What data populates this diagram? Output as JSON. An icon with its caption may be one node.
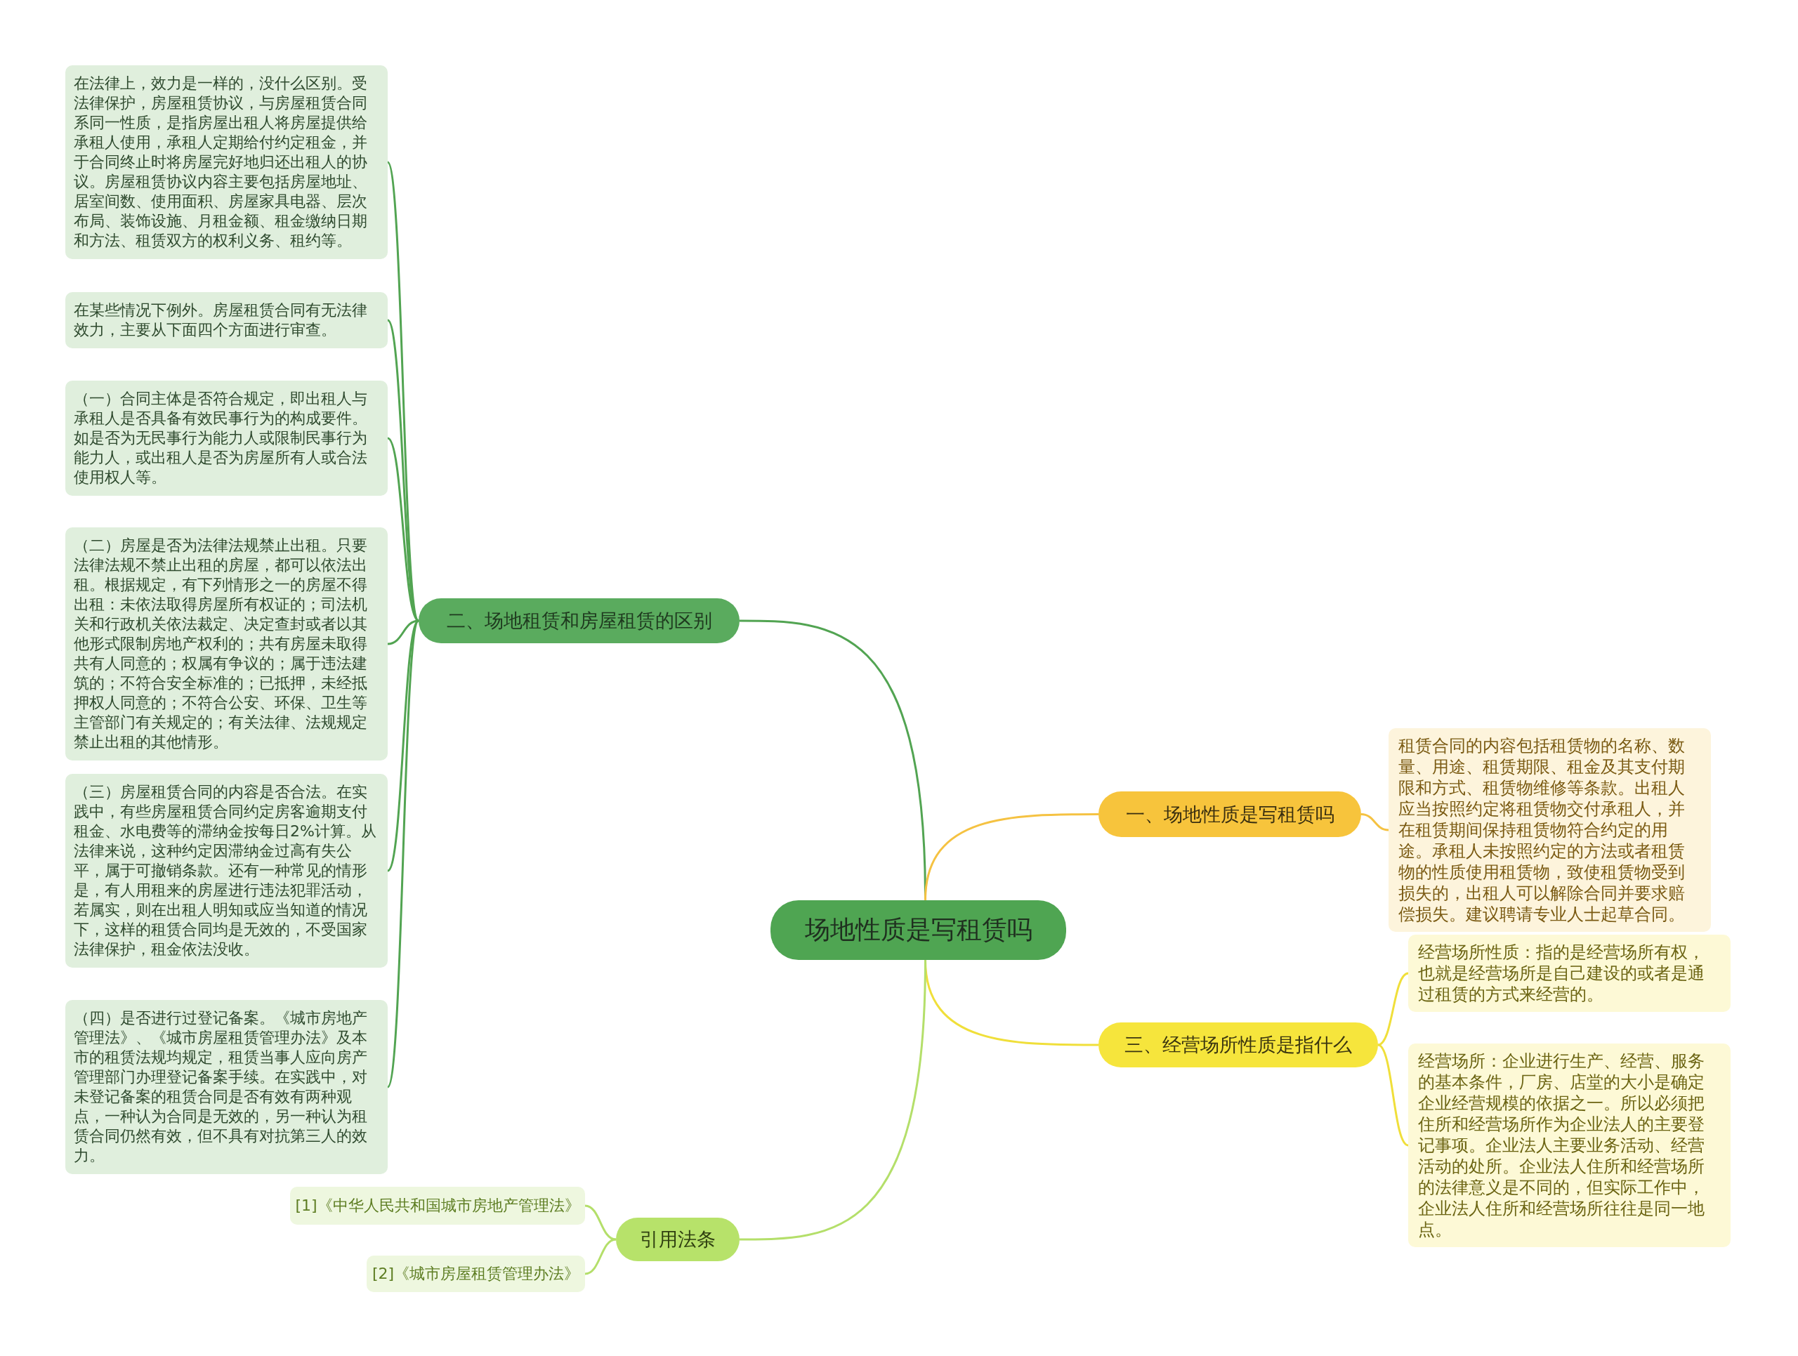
{
  "diagram": {
    "nodes": [
      {
        "text": [
          "场地性质是写租赁吗"
        ]
      },
      {
        "text": [
          "二、场地租赁和房屋租赁的区别"
        ]
      },
      {
        "text": [
          "在法律上，效力是一样的，没什么区别。受法律保护，房屋租赁协议，与房屋租赁合同系同一性质，是指房屋出租人将房屋提供给承租人使用，承租人定期给付约定租金，并于合同终止时将房屋完好地归还出租人的协议。房屋租赁协议内容主要包括房屋地址、居室间数、使用面积、房屋家具电器、层次布局、装饰设施、月租金额、租金缴纳日期和方法、租赁双方的权利义务、租约等。"
        ]
      },
      {
        "text": [
          "在某些情况下例外。房屋租赁合同有无法律效力，主要从下面四个方面进行审查。"
        ]
      },
      {
        "text": [
          "（一）合同主体是否符合规定，即出租人与承租人是否具备有效民事行为的构成要件。如是否为无民事行为能力人或限制民事行为能力人，或出租人是否为房屋所有人或合法使用权人等。"
        ]
      },
      {
        "text": [
          "（二）房屋是否为法律法规禁止出租。只要法律法规不禁止出租的房屋，都可以依法出租。根据规定，有下列情形之一的房屋不得出租：未依法取得房屋所有权证的；司法机关和行政机关依法裁定、决定查封或者以其他形式限制房地产权利的；共有房屋未取得共有人同意的；权属有争议的；属于违法建筑的；不符合安全标准的；已抵押，未经抵押权人同意的；不符合公安、环保、卫生等主管部门有关规定的；有关法律、法规规定禁止出租的其他情形。"
        ]
      },
      {
        "text": [
          "（三）房屋租赁合同的内容是否合法。在实践中，有些房屋租赁合同约定房客逾期支付租金、水电费等的滞纳金按每日2%计算。从法律来说，这种约定因滞纳金过高有失公平，属于可撤销条款。还有一种常见的情形是，有人用租来的房屋进行违法犯罪活动，若属实，则在出租人明知或应当知道的情况下，这样的租赁合同均是无效的，不受国家法律保护，租金依法没收。"
        ]
      },
      {
        "text": [
          "（四）是否进行过登记备案。《城市房地产管理法》、《城市房屋租赁管理办法》及本市的租赁法规均规定，租赁当事人应向房产管理部门办理登记备案手续。在实践中，对未登记备案的租赁合同是否有效有两种观点，一种认为合同是无效的，另一种认为租赁合同仍然有效，但不具有对抗第三人的效力。"
        ]
      },
      {
        "text": [
          "一、场地性质是写租赁吗"
        ]
      },
      {
        "text": [
          "租赁合同的内容包括租赁物的名称、数量、用途、租赁期限、租金及其支付期限和方式、租赁物维修等条款。出租人应当按照约定将租赁物交付承租人，并在租赁期间保持租赁物符合约定的用途。承租人未按照约定的方法或者租赁物的性质使用租赁物，致使租赁物受到损失的，出租人可以解除合同并要求赔偿损失。建议聘请专业人士起草合同。"
        ]
      },
      {
        "text": [
          "三、经营场所性质是指什么"
        ]
      },
      {
        "text": [
          "经营场所性质：指的是经营场所有权，也就是经营场所是自己建设的或者是通过租赁的方式来经营的。"
        ]
      },
      {
        "text": [
          "经营场所：企业进行生产、经营、服务的基本条件，厂房、店堂的大小是确定企业经营规模的依据之一。所以必须把住所和经营场所作为企业法人的主要登记事项。企业法人主要业务活动、经营活动的处所。企业法人住所和经营场所的法律意义是不同的，但实际工作中，企业法人住所和经营场所往往是同一地点。"
        ]
      },
      {
        "text": [
          "引用法条"
        ]
      },
      {
        "text": [
          "[1]《中华人民共和国城市房地产管理法》"
        ]
      },
      {
        "text": [
          "[2]《城市房屋租赁管理办法》"
        ]
      }
    ],
    "edges": [
      {
        "from": 0,
        "to": 1,
        "arrow": "none"
      },
      {
        "from": 1,
        "to": 2,
        "arrow": "none"
      },
      {
        "from": 1,
        "to": 3,
        "arrow": "none"
      },
      {
        "from": 1,
        "to": 4,
        "arrow": "none"
      },
      {
        "from": 1,
        "to": 5,
        "arrow": "none"
      },
      {
        "from": 1,
        "to": 6,
        "arrow": "none"
      },
      {
        "from": 1,
        "to": 7,
        "arrow": "none"
      },
      {
        "from": 0,
        "to": 8,
        "arrow": "none",
        "color": "#f5c242"
      },
      {
        "from": 8,
        "to": 9,
        "arrow": "none",
        "color": "#f5c242"
      },
      {
        "from": 0,
        "to": 10,
        "arrow": "none",
        "color": "#f0df3a"
      },
      {
        "from": 10,
        "to": 11,
        "arrow": "none",
        "color": "#f0df3a"
      },
      {
        "from": 10,
        "to": 12,
        "arrow": "none",
        "color": "#f0df3a"
      },
      {
        "from": 0,
        "to": 13,
        "arrow": "none",
        "color": "#b4df6a"
      },
      {
        "from": 13,
        "to": 14,
        "arrow": "none",
        "color": "#b4df6a"
      },
      {
        "from": 13,
        "to": 15,
        "arrow": "none",
        "color": "#b4df6a"
      }
    ]
  }
}
